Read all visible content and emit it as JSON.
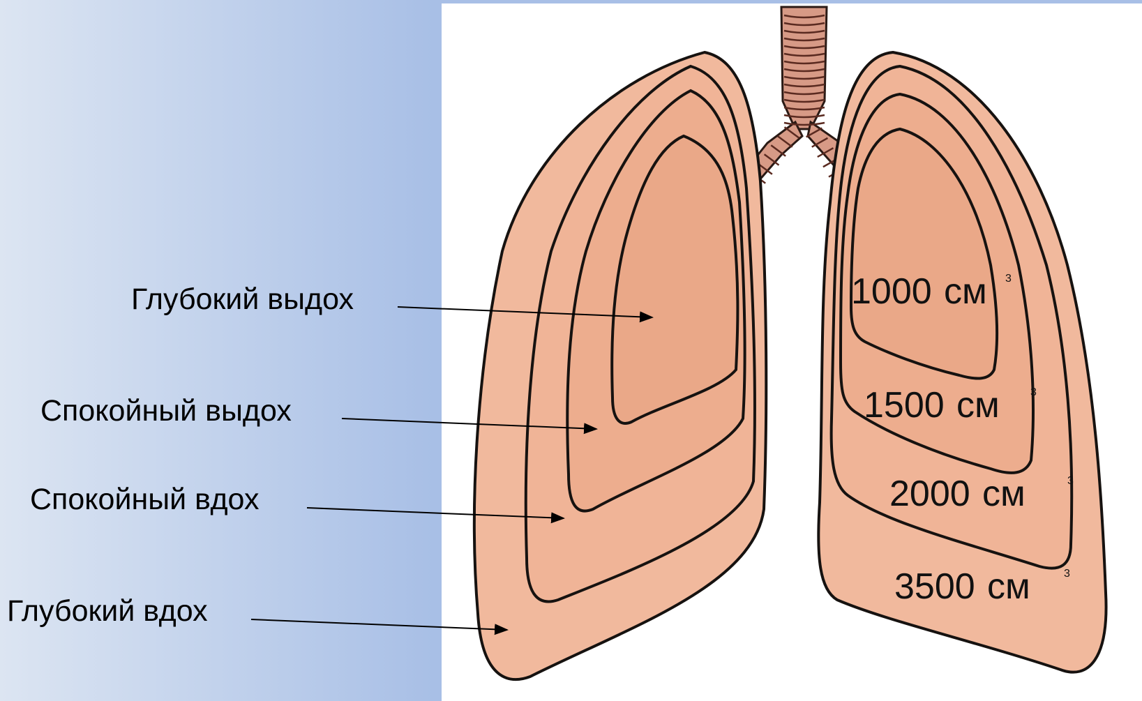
{
  "colors": {
    "background_gradient_start": "#dce5f2",
    "background_gradient_end": "#a8bfe6",
    "lung_fill": "#f2b79a",
    "lung_inner": "#e8a583",
    "outline": "#1a1a1a",
    "trachea": "#c98673"
  },
  "labels": [
    {
      "id": "deep-exhale",
      "text": "Глубокий выдох"
    },
    {
      "id": "calm-exhale",
      "text": "Спокойный выдох"
    },
    {
      "id": "calm-inhale",
      "text": "Спокойный вдох"
    },
    {
      "id": "deep-inhale",
      "text": "Глубокий вдох"
    }
  ],
  "volumes": [
    {
      "number": "1000",
      "unit": "см",
      "superscript": "3"
    },
    {
      "number": "1500",
      "unit": "см",
      "superscript": "3"
    },
    {
      "number": "2000",
      "unit": "см",
      "superscript": "3"
    },
    {
      "number": "3500",
      "unit": "см",
      "superscript": "3"
    }
  ]
}
